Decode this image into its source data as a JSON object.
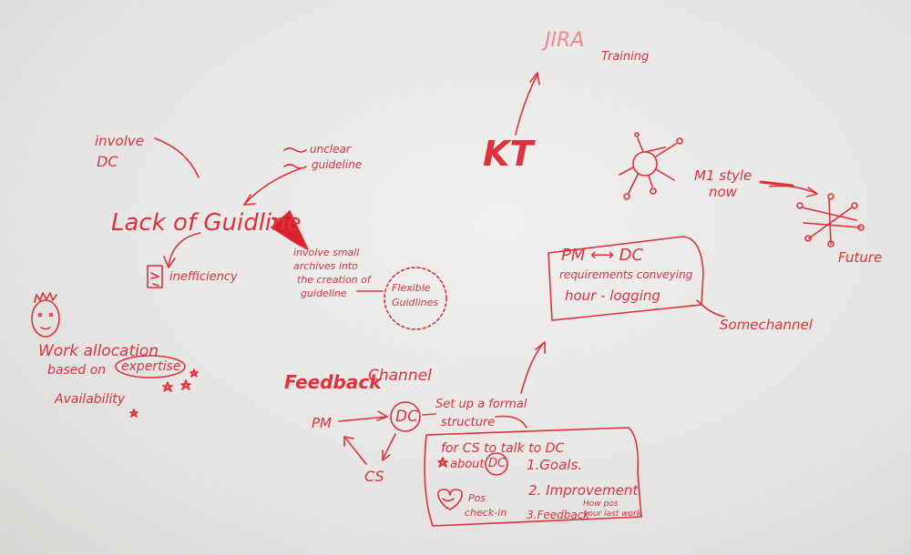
{
  "board": {
    "lack_of_guideline": "Lack of Guidline",
    "involve_dc": [
      "involve",
      "DC"
    ],
    "unclear_guideline": [
      "unclear",
      "guideline"
    ],
    "inefficiency": "inefficiency",
    "involve_small": [
      "involve small",
      "archives into",
      "the creation of",
      "guideline"
    ],
    "flexible_guidelines": [
      "Flexible",
      "Guidlines"
    ],
    "work_allocation": "Work allocation",
    "based_on": "based on",
    "expertise": "expertise",
    "availability": "Availability",
    "kt": "KT",
    "jira": "JIRA",
    "training": "Training",
    "m1_style": [
      "M1 style",
      "now"
    ],
    "future": "Future",
    "pm_dc": "PM ⟷ DC",
    "requirements_conveying": "requirements conveying",
    "hour_logging": "hour - logging",
    "somechannel": "Somechannel",
    "feedback": "Feedback",
    "channel": "Channel",
    "pm": "PM",
    "dc": "DC",
    "cs": "CS",
    "set_up": [
      "Set up a formal",
      "structure"
    ],
    "for_cs": "for CS to talk to DC",
    "about": "about",
    "about_dc": "DC",
    "item1": "1.Goals.",
    "item2": "2. Improvement",
    "item3": "3.Feedback",
    "how_pos": [
      "How pos",
      "your last work"
    ],
    "pos_check_in": [
      "Pos",
      "check-in"
    ]
  }
}
